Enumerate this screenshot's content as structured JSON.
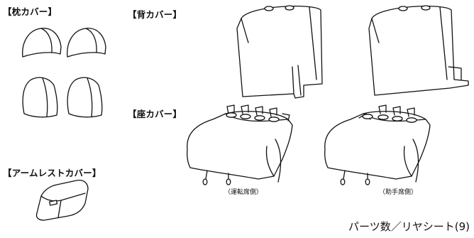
{
  "labels": {
    "headrest_cover": "【枕カバー】",
    "backrest_cover": "【背カバー】",
    "seat_cover": "【座カバー】",
    "armrest_cover": "【アームレストカバー】"
  },
  "captions": {
    "driver_side": "（運転席側）",
    "passenger_side": "（助手席側）"
  },
  "footer": "パーツ数／リヤシート(9)"
}
